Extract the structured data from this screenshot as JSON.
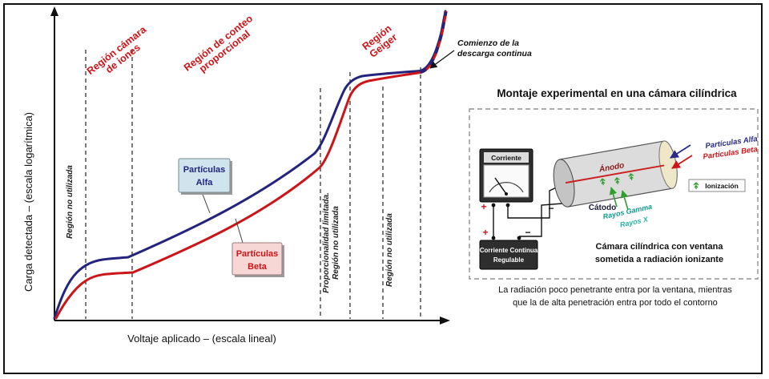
{
  "chart": {
    "y_axis_label": "Carga detectada – (escala logarítmica)",
    "x_axis_label": "Voltaje aplicado – (escala lineal)",
    "region_ion": [
      "Región cámara",
      "de iones"
    ],
    "region_proportional": [
      "Región de conteo",
      "proporcional"
    ],
    "region_geiger": [
      "Región",
      "Geiger"
    ],
    "unused_left": "Región no utilizada",
    "limited": [
      "Proporcionalidad limitada.",
      "Región no utilizada"
    ],
    "unused_right": "Región no utilizada",
    "discharge_note": [
      "Comienzo de la",
      "descarga continua"
    ],
    "alpha_label": [
      "Partículas",
      "Alfa"
    ],
    "beta_label": [
      "Partículas",
      "Beta"
    ],
    "colors": {
      "alpha_curve": "#24247e",
      "beta_curve": "#cc1518",
      "region_label": "#d01216"
    }
  },
  "setup": {
    "title": "Montaje experimental en una cámara cilíndrica",
    "meter_label": "Corriente",
    "power_label": [
      "Corriente Continua",
      "Regulable"
    ],
    "anode": "Ánodo",
    "cathode": "Cátodo",
    "alpha": "Partículas Alfa",
    "beta": "Partículas Beta",
    "gamma": "Rayos Gamma",
    "xray": "Rayos X",
    "ionization": "Ionización",
    "caption": [
      "Cámara cilíndrica con ventana",
      "sometida a radiación ionizante"
    ],
    "footnote": [
      "La radiación poco penetrante entra por la ventana, mientras",
      "que la de alta penetración entra por todo el contorno"
    ],
    "plus": "+",
    "minus": "−",
    "colors": {
      "gamma": "#0f9b8e",
      "xray": "#2ab3a6",
      "ionization": "#2f9e2f",
      "anode": "#cc2222"
    }
  }
}
